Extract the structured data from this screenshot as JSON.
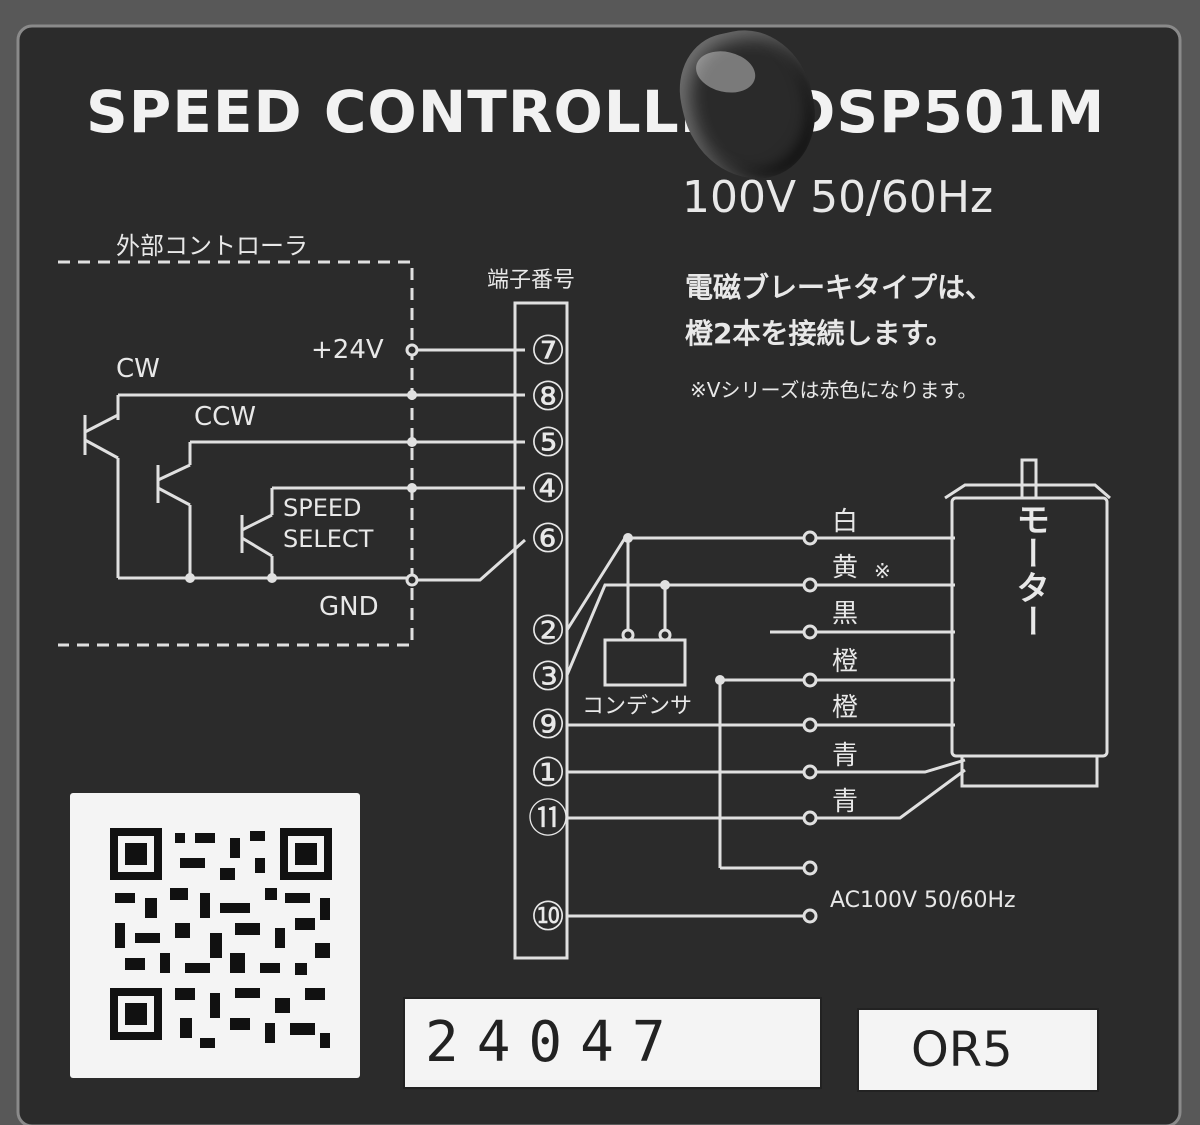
{
  "header": {
    "title": "SPEED CONTROLLER DSP501M",
    "rating": "100V  50/60Hz"
  },
  "controller": {
    "label": "外部コントローラ",
    "plus24v": "+24V",
    "cw": "CW",
    "ccw": "CCW",
    "speed_select": [
      "SPEED",
      "SELECT"
    ],
    "gnd": "GND"
  },
  "terminal": {
    "label": "端子番号",
    "numbers": [
      "⑦",
      "⑧",
      "⑤",
      "④",
      "⑥",
      "②",
      "③",
      "⑨",
      "①",
      "⑪",
      "⑩"
    ]
  },
  "note": {
    "line1": "電磁ブレーキタイプは、",
    "line2": "橙2本を接続します。",
    "line3": "※Vシリーズは赤色になります。"
  },
  "motor": {
    "label": "モーター",
    "wires": [
      "白",
      "黄",
      "黒",
      "橙",
      "橙",
      "青",
      "青"
    ],
    "yellow_mark": "※"
  },
  "capacitor": {
    "label": "コンデンサ"
  },
  "power": {
    "label": "AC100V  50/60Hz"
  },
  "lot": {
    "number": "24047"
  },
  "revision": {
    "code": "OR5"
  },
  "colors": {
    "plate": "#2b2b2b",
    "ink": "#e8e8e8",
    "frame": "#7a7a7a",
    "label_bg": "#f4f4f4"
  },
  "icons": [
    "qr-code-icon",
    "tape-residue",
    "transistor-symbol",
    "motor-symbol",
    "capacitor-symbol"
  ]
}
